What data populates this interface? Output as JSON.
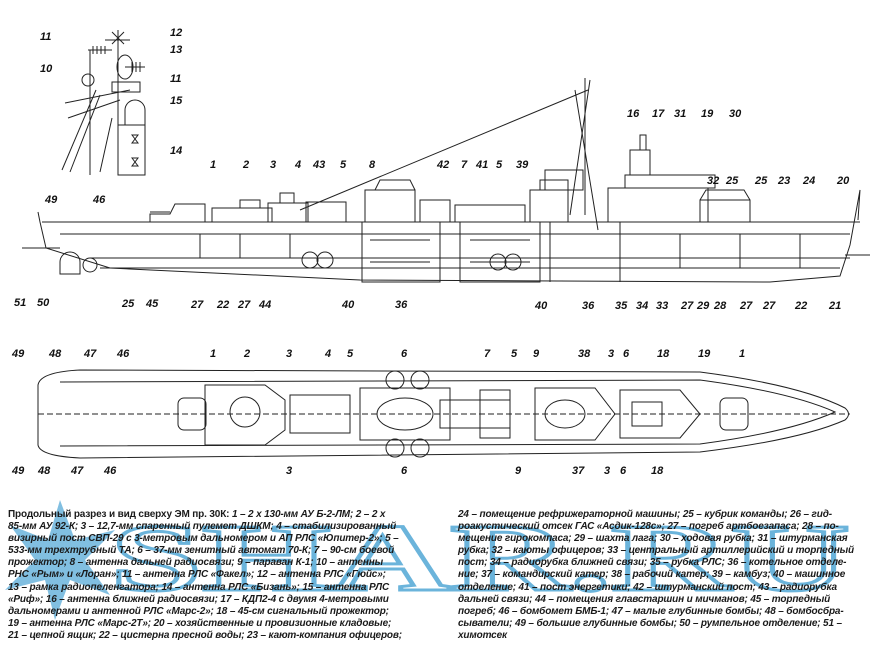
{
  "watermark": {
    "text": "SHAR.RU",
    "color": "#3a9bd0"
  },
  "colors": {
    "ink": "#222222",
    "paper": "#ffffff"
  },
  "labels": {
    "mast_inset": [
      "11",
      "12",
      "13",
      "10",
      "11",
      "15",
      "14"
    ],
    "side_top": [
      "1",
      "2",
      "3",
      "4",
      "43",
      "5",
      "8",
      "42",
      "7",
      "41",
      "5",
      "39",
      "49",
      "46",
      "16",
      "17",
      "31",
      "19",
      "30",
      "32",
      "25",
      "25",
      "23",
      "24",
      "20"
    ],
    "side_bottom": [
      "51",
      "50",
      "25",
      "45",
      "27",
      "22",
      "27",
      "44",
      "40",
      "36",
      "40",
      "36",
      "35",
      "34",
      "33",
      "27",
      "29",
      "28",
      "27",
      "27",
      "22",
      "21"
    ],
    "plan_top": [
      "49",
      "48",
      "47",
      "46",
      "1",
      "2",
      "3",
      "4",
      "5",
      "6",
      "7",
      "5",
      "9",
      "38",
      "3",
      "6",
      "18",
      "19",
      "1"
    ],
    "plan_bottom": [
      "49",
      "48",
      "47",
      "46",
      "3",
      "6",
      "9",
      "37",
      "3",
      "6",
      "18"
    ]
  },
  "caption": {
    "title": "Продольный разрез и вид сверху ЭМ пр. 30К:",
    "left_lines": [
      " 1 – 2 х 130-мм АУ Б-2-ЛМ; 2 – 2 х",
      "85-мм АУ 92-К; 3 – 12,7-мм спаренный пулемет ДШКМ; 4 – стабилизированный",
      "визирный пост СВП-29 с 3-метровым дальномером и АП РЛС «Юпитер-2»; 5 –",
      "533-мм трехтрубный ТА; 6 – 37-мм зенитный автомат 70-К; 7 – 90-см боевой",
      "прожектор; 8 – антенна дальней радиосвязи; 9 – параван К-1; 10 – антенны",
      "РНС «Рым» и «Лоран»; 11 – антенна РЛС «Факел»; 12 – антенна РЛС «Гюйс»;",
      "13 – рамка радиопеленгатора; 14 – антенна РЛС «Бизань»; 15 – антенна РЛС",
      "«Риф»; 16 – антенна ближней радиосвязи; 17 – КДП2-4 с двумя 4-метровыми",
      "дальномерами и антенной РЛС «Марс-2»; 18 – 45-см сигнальный прожектор;",
      "19 – антенна РЛС «Марс-2Т»; 20 – хозяйственные и провизионные кладовые;",
      "21 – цепной ящик; 22 – цистерна пресной воды; 23 – кают-компания офицеров;"
    ],
    "right_lines": [
      "24 – помещение рефрижераторной машины; 25 – кубрик команды; 26 – гид-",
      "роакустический отсек ГАС «Асдик-128с»; 27 – погреб артбоезапаса; 28 – по-",
      "мещение гирокомпаса; 29 – шахта лага; 30 – ходовая рубка; 31 – штурманская",
      "рубка; 32 – каюты офицеров; 33 – центральный артиллерийский и торпедный",
      "пост; 34 – радиорубка ближней связи; 35 – рубка РЛС; 36 – котельное отделе-",
      "ние; 37 – командирский катер; 38 – рабочий катер; 39 – камбуз; 40 – машинное",
      "отделение; 41 – пост энергетики; 42 – штурманский пост; 43 – радиорубка",
      "дальней связи; 44 – помещения главстаршин и мичманов; 45 – торпедный",
      "погреб; 46 – бомбомет БМБ-1; 47 – малые глубинные бомбы; 48 – бомбосбра-",
      "сыватели; 49 – большие глубинные бомбы; 50 – румпельное отделение; 51 –",
      "химотсек"
    ]
  }
}
